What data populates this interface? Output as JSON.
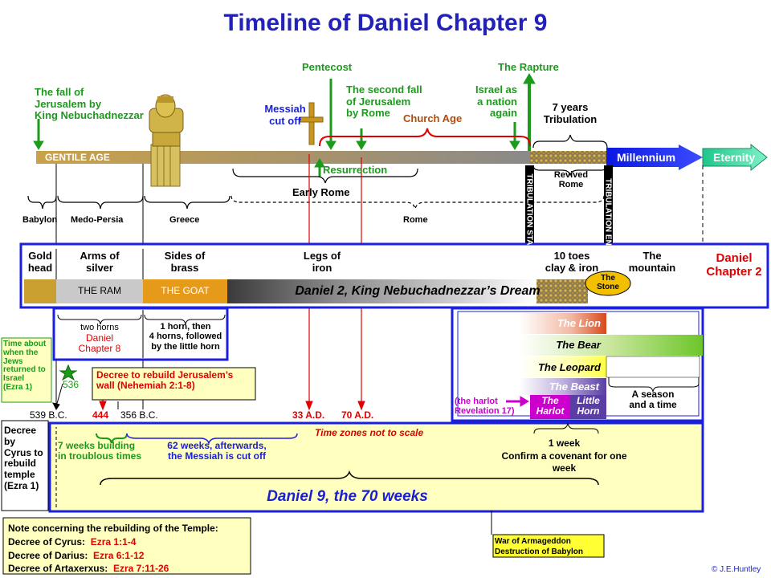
{
  "title": "Timeline of Daniel Chapter 9",
  "copyright": "© J.E.Huntley",
  "top_events": {
    "fall_jerusalem_1": "The fall of",
    "fall_jerusalem_2": "Jerusalem by",
    "fall_jerusalem_3": "King Nebuchadnezzar",
    "messiah_1": "Messiah",
    "messiah_2": "cut off",
    "pentecost": "Pentecost",
    "second_fall_1": "The second fall",
    "second_fall_2": "of Jerusalem",
    "second_fall_3": "by Rome",
    "church_age": "Church Age",
    "israel_1": "Israel as",
    "israel_2": "a nation",
    "israel_3": "again",
    "rapture": "The Rapture",
    "tribulation_1": "7 years",
    "tribulation_2": "Tribulation"
  },
  "timeline": {
    "gentile_age": "GENTILE AGE",
    "millennium": "Millennium",
    "eternity": "Eternity",
    "resurrection": "Resurrection",
    "early_rome": "Early Rome",
    "revived_rome_1": "Revived",
    "revived_rome_2": "Rome",
    "trib_start": "TRIBULATION START",
    "trib_end": "TRIBULATION END"
  },
  "empires": {
    "babylon": "Babylon",
    "medo_persia": "Medo-Persia",
    "greece": "Greece",
    "rome": "Rome"
  },
  "daniel2": {
    "gold_1": "Gold",
    "gold_2": "head",
    "arms_1": "Arms of",
    "arms_2": "silver",
    "sides_1": "Sides of",
    "sides_2": "brass",
    "legs_1": "Legs of",
    "legs_2": "iron",
    "toes_1": "10 toes",
    "toes_2": "clay & iron",
    "mountain_1": "The",
    "mountain_2": "mountain",
    "chapter_1": "Daniel",
    "chapter_2": "Chapter 2",
    "ram": "THE RAM",
    "goat": "THE GOAT",
    "dream": "Daniel 2, King Nebuchadnezzar’s Dream",
    "stone_1": "The",
    "stone_2": "Stone"
  },
  "daniel8": {
    "horns_two": "two horns",
    "chapter_1": "Daniel",
    "chapter_2": "Chapter 8",
    "horn_1": "1 horn, then",
    "horn_2": "4 horns, followed",
    "horn_3": "by the little horn"
  },
  "daniel7": {
    "lion": "The Lion",
    "bear": "The Bear",
    "leopard": "The Leopard",
    "beast": "The Beast",
    "harlot_1": "The",
    "harlot_2": "Harlot",
    "little_1": "Little",
    "little_2": "Horn",
    "harlot_ref_1": "(the harlot",
    "harlot_ref_2": "Revelation 17)",
    "season_1": "A season",
    "season_2": "and a time"
  },
  "notes": {
    "return_1": "Time about",
    "return_2": "when the",
    "return_3": "Jews",
    "return_4": "returned to",
    "return_5": "Israel",
    "return_6": "(Ezra 1)",
    "year_536": "536",
    "decree_wall_1": "Decree to rebuild Jerusalem’s",
    "decree_wall_2": "wall (Nehemiah 2:1-8)",
    "cyrus_1": "Decree",
    "cyrus_2": "by",
    "cyrus_3": "Cyrus to",
    "cyrus_4": "rebuild",
    "cyrus_5": "temple",
    "cyrus_6": "(Ezra 1)"
  },
  "dates": {
    "d539": "539 B.C.",
    "d444": "444",
    "d356": "356 B.C.",
    "d33": "33 A.D.",
    "d70": "70 A.D."
  },
  "daniel9": {
    "not_to_scale": "Time zones not to scale",
    "seven_1": "7 weeks building",
    "seven_2": "in troublous times",
    "sixtytwo_1": "62 weeks, afterwards,",
    "sixtytwo_2": "the Messiah is cut off",
    "week_1": "1 week",
    "week_2": "Confirm a covenant for one",
    "week_3": "week",
    "title": "Daniel 9, the 70 weeks"
  },
  "temple_note": {
    "heading": "Note concerning the rebuilding of the Temple:",
    "rows": [
      {
        "label": "Decree of Cyrus:",
        "ref": "Ezra 1:1-4"
      },
      {
        "label": "Decree of Darius:",
        "ref": "Ezra 6:1-12"
      },
      {
        "label": "Decree of Artaxerxus:",
        "ref": "Ezra 7:11-26"
      }
    ]
  },
  "armageddon": {
    "line_1": "War of Armageddon",
    "line_2": "Destruction of Babylon"
  },
  "colors": {
    "title_blue": "#2222bb",
    "frame_blue": "#1a1fe0",
    "event_green": "#1c9a1c",
    "red": "#e00000",
    "note_yellow": "#ffffc0"
  }
}
